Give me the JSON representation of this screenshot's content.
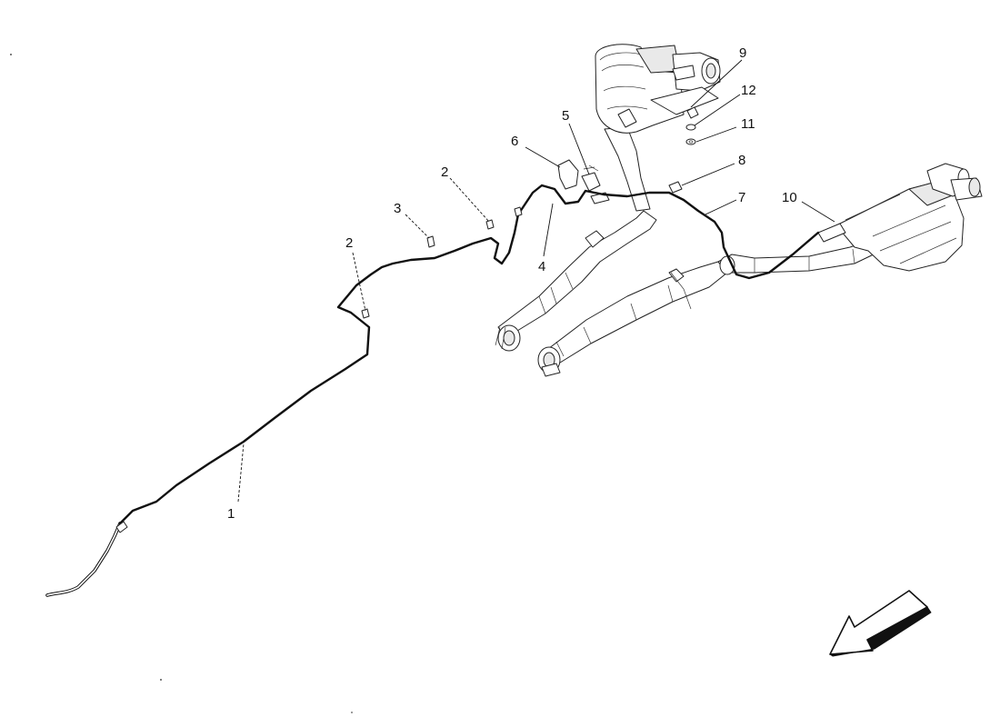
{
  "callouts": [
    {
      "id": "1",
      "label": "1"
    },
    {
      "id": "2a",
      "label": "2"
    },
    {
      "id": "2b",
      "label": "2"
    },
    {
      "id": "3",
      "label": "3"
    },
    {
      "id": "4",
      "label": "4"
    },
    {
      "id": "5",
      "label": "5"
    },
    {
      "id": "6",
      "label": "6"
    },
    {
      "id": "7",
      "label": "7"
    },
    {
      "id": "8",
      "label": "8"
    },
    {
      "id": "9",
      "label": "9"
    },
    {
      "id": "10",
      "label": "10"
    },
    {
      "id": "11",
      "label": "11"
    },
    {
      "id": "12",
      "label": "12"
    }
  ],
  "direction_icon": "front-direction-arrow-icon"
}
